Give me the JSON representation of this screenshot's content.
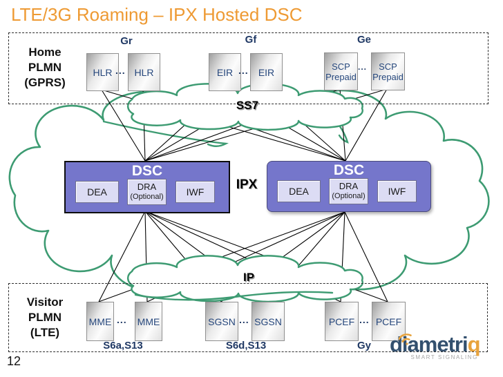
{
  "title": "LTE/3G Roaming – IPX Hosted DSC",
  "page_number": "12",
  "ellipsis": "...",
  "regions": {
    "home": {
      "line1": "Home",
      "line2": "PLMN",
      "line3": "(GPRS)"
    },
    "visitor": {
      "line1": "Visitor",
      "line2": "PLMN",
      "line3": "(LTE)"
    }
  },
  "interfaces": {
    "gr": "Gr",
    "gf": "Gf",
    "ge": "Ge",
    "s6a": "S6a,S13",
    "s6d": "S6d,S13",
    "gy": "Gy"
  },
  "nodes": {
    "hlr": "HLR",
    "eir": "EIR",
    "scp_line1": "SCP",
    "scp_line2": "Prepaid",
    "mme": "MME",
    "sgsn": "SGSN",
    "pcef": "PCEF"
  },
  "clouds": {
    "ss7": "SS7",
    "ip": "IP",
    "ipx": "IPX"
  },
  "dsc": {
    "title": "DSC",
    "dea": "DEA",
    "dra": "DRA",
    "dra_note": "(Optional)",
    "iwf": "IWF"
  },
  "logo": {
    "brand": "diametri",
    "brand_accent": "q",
    "tagline": "SMART SIGNALING"
  },
  "colors": {
    "title_orange": "#EE9A33",
    "cloud_green": "#3D9B72",
    "dsc_fill": "#7576CB",
    "module_fill": "#DCDCF4",
    "node_text": "#26477C",
    "label_navy": "#1F3864",
    "line_black": "#000000",
    "logo_navy": "#33506E",
    "logo_orange": "#E8A33D"
  }
}
